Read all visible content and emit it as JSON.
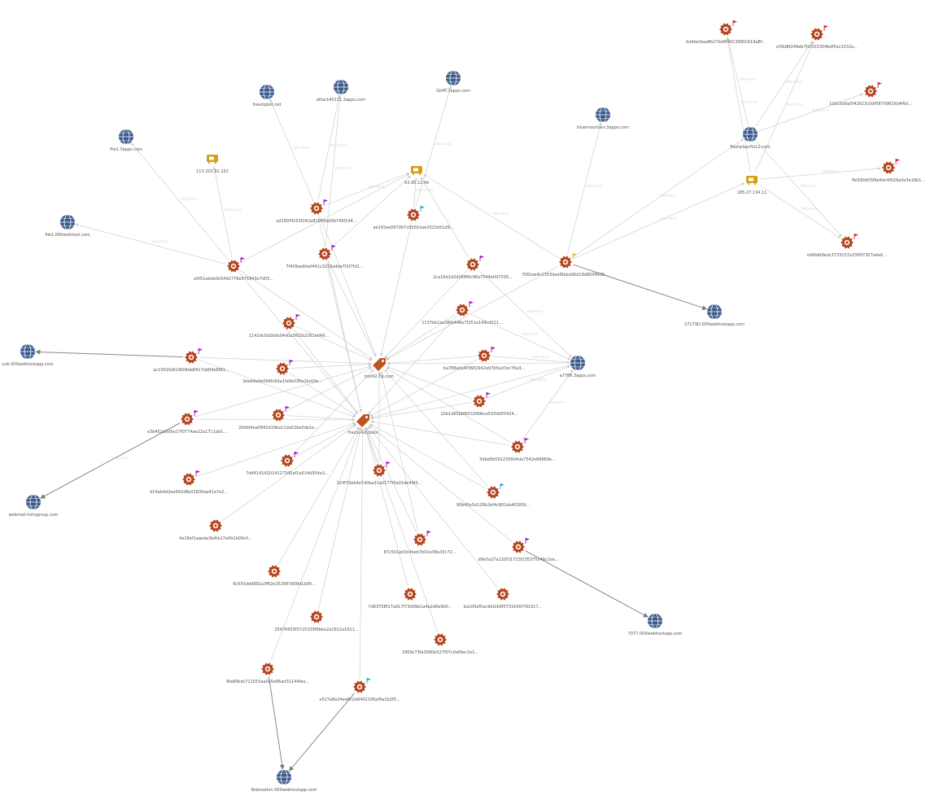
{
  "colors": {
    "domain": "#3c5a8a",
    "file": "#b5461f",
    "ip": "#d4a017",
    "tag": "#c0541e",
    "edge": "#cfcfcf",
    "edge_dark": "#8a8a8a",
    "flag_purple": "#a020c0",
    "flag_red": "#e01e3c",
    "flag_cyan": "#1ab0d8",
    "flag_yellow": "#f2c200"
  },
  "nodes": [
    {
      "id": "d_freezip",
      "type": "domain",
      "label": "freezipbot.net"
    },
    {
      "id": "d_attack",
      "type": "domain",
      "label": "attack4ll111.3apps.com"
    },
    {
      "id": "d_gitat",
      "type": "domain",
      "label": "GitAT.3apps.com"
    },
    {
      "id": "d_file1",
      "type": "domain",
      "label": "file1.3apps.com"
    },
    {
      "id": "d_bluem",
      "type": "domain",
      "label": "bluemountain.3apps.com"
    },
    {
      "id": "d_file000",
      "type": "domain",
      "label": "file1.000webhost.com"
    },
    {
      "id": "d_unk",
      "type": "domain",
      "label": "unk.000webhostapp.com"
    },
    {
      "id": "d_webmail",
      "type": "domain",
      "label": "webmail-hirtsgroup.com"
    },
    {
      "id": "d_flashpl",
      "type": "domain",
      "label": "flashplayrfix12.com"
    },
    {
      "id": "d_07179",
      "type": "domain",
      "label": "07179D.000webhostapp.com"
    },
    {
      "id": "d_a7788",
      "type": "domain",
      "label": "a7788.3apps.com"
    },
    {
      "id": "d_7077",
      "type": "domain",
      "label": "7077.000webhostapp.com"
    },
    {
      "id": "d_fb",
      "type": "domain",
      "label": "fbdonation.000webhostapp.com"
    },
    {
      "id": "ip_113",
      "type": "ip",
      "label": "113.203.91.152"
    },
    {
      "id": "ip_93",
      "type": "ip",
      "label": "93.95.12.49"
    },
    {
      "id": "ip_185",
      "type": "ip",
      "label": "185.27.134.11"
    },
    {
      "id": "t_tool",
      "type": "tag",
      "label": "tool92.tlp.com"
    },
    {
      "id": "t_fracture",
      "type": "tag",
      "label": "fractured.tools"
    },
    {
      "id": "f1",
      "type": "file",
      "label": "0a9da3eadfb27bd9f4613990c619a8f...",
      "flag": "red"
    },
    {
      "id": "f2",
      "type": "file",
      "label": "e39d8f249eb7f201f2304bdf5ec3232a...",
      "flag": "red"
    },
    {
      "id": "f3",
      "type": "file",
      "label": "10d15dda5f42623c0df08709616b4f6d...",
      "flag": "red"
    },
    {
      "id": "f4",
      "type": "file",
      "label": "ffe590df399e6dc4f029a3a3e18b1...",
      "flag": "red"
    },
    {
      "id": "f5",
      "type": "file",
      "label": "fe90db8edc3733157a33f0f7307a4a0...",
      "flag": "red"
    },
    {
      "id": "f6",
      "type": "file",
      "label": "a2180f4253f242a81009dd0b749f144...",
      "flag": "purple"
    },
    {
      "id": "f7",
      "type": "file",
      "label": "ae192ae0670b7c0d5b1ae2023d31d9...",
      "flag": "cyan"
    },
    {
      "id": "f8",
      "type": "file",
      "label": "7f409ee6daf441c3219adde7f2f7fd1...",
      "flag": "purple"
    },
    {
      "id": "f9",
      "type": "file",
      "label": "a5f51abde0d3492776e075843e7d03...",
      "flag": "purple"
    },
    {
      "id": "f10",
      "type": "file",
      "label": "2ca16d1d2d068f6c96a7544e0d7036...",
      "flag": "purple"
    },
    {
      "id": "f11",
      "type": "file",
      "label": "f581ee4c2353daef6bbdd0d18d8004930...",
      "flag": "yellow"
    },
    {
      "id": "f12",
      "type": "file",
      "label": "1142dc0d2b0e04d0a3f03b2261e049...",
      "flag": "purple"
    },
    {
      "id": "f13",
      "type": "file",
      "label": "1137bb1aa36fa448e7f251e149cd521...",
      "flag": "purple"
    },
    {
      "id": "f14",
      "type": "file",
      "label": "ac2301fe810604de8417dd09e8f61...",
      "flag": "purple"
    },
    {
      "id": "f15",
      "type": "file",
      "label": "3deb4a0e094fc6da1fe8e030e1bd1fe...",
      "flag": "purple"
    },
    {
      "id": "f16",
      "type": "file",
      "label": "ba788a0a4f3682942e97b5ad7ec76a3...",
      "flag": "purple"
    },
    {
      "id": "f17",
      "type": "file",
      "label": "22b1d65b0fb51090bce533dd55424...",
      "flag": "purple"
    },
    {
      "id": "f18",
      "type": "file",
      "label": "e3b452e5d5e17f0774ae22a1711de1...",
      "flag": "purple"
    },
    {
      "id": "f19",
      "type": "file",
      "label": "2bfdd4ea0942d19ba11da52be5de1e...",
      "flag": "purple"
    },
    {
      "id": "f20",
      "type": "file",
      "label": "5dbd0b591235904da7542e89669e...",
      "flag": "purple"
    },
    {
      "id": "f21",
      "type": "file",
      "label": "7d4414142024117342af1a014d354a3...",
      "flag": "purple"
    },
    {
      "id": "f22",
      "type": "file",
      "label": "324f70eb4e7d0ba31a0177f0a01de4fd0...",
      "flag": "purple"
    },
    {
      "id": "f23",
      "type": "file",
      "label": "d14ab4d2ea991d8e01830aa41a7e2...",
      "flag": "purple"
    },
    {
      "id": "f24",
      "type": "file",
      "label": "90b45e5d126b2ef4c801da4f2959...",
      "flag": "cyan"
    },
    {
      "id": "f25",
      "type": "file",
      "label": "4e18ef1aaeda3b4fa17e0b1b09c0...",
      "flag": ""
    },
    {
      "id": "f26",
      "type": "file",
      "label": "87c501ed3c4beb7b91e38a35c72...",
      "flag": "purple"
    },
    {
      "id": "f27",
      "type": "file",
      "label": "d9e5a27a120f31723f235375c49c1ee...",
      "flag": "purple"
    },
    {
      "id": "f28",
      "type": "file",
      "label": "6c591ddd691a3f62e252997d09d1b09...",
      "flag": ""
    },
    {
      "id": "f29",
      "type": "file",
      "label": "7d83708f17a917f73d99e1a4e2d0e9b0...",
      "flag": ""
    },
    {
      "id": "f30",
      "type": "file",
      "label": "ba100ef0ac9bf2b9f0731600f791917...",
      "flag": ""
    },
    {
      "id": "f31",
      "type": "file",
      "label": "25476650f3725339f9bba2a1812a1611...",
      "flag": ""
    },
    {
      "id": "f32",
      "type": "file",
      "label": "1869c73fa3080e327f07c0af8ec1e1...",
      "flag": ""
    },
    {
      "id": "f33",
      "type": "file",
      "label": "9fa80bdc711015aa0a5e86ad31144fee...",
      "flag": ""
    },
    {
      "id": "f34",
      "type": "file",
      "label": "e527a8e24ee6c2e8402106af9a1b2f0...",
      "flag": "cyan"
    }
  ],
  "edges": [
    {
      "from": "f6",
      "to": "d_freezip",
      "label": "2021-03-11"
    },
    {
      "from": "f6",
      "to": "d_attack",
      "label": "2021-03-11"
    },
    {
      "from": "f8",
      "to": "d_attack",
      "label": "2021-03-11"
    },
    {
      "from": "f6",
      "to": "ip_93",
      "label": "2021-03-11"
    },
    {
      "from": "f7",
      "to": "d_gitat",
      "label": "2021-03-11"
    },
    {
      "from": "f7",
      "to": "ip_93",
      "label": "2021-03-11"
    },
    {
      "from": "f9",
      "to": "d_file1",
      "label": "2021-03-11"
    },
    {
      "from": "f9",
      "to": "d_file000",
      "label": "2021-03-11"
    },
    {
      "from": "f9",
      "to": "ip_113",
      "label": "2021-03-11"
    },
    {
      "from": "f11",
      "to": "d_bluem",
      "label": "2021-03-11"
    },
    {
      "from": "f11",
      "to": "ip_185",
      "label": "2021-03-11"
    },
    {
      "from": "f11",
      "to": "d_flashpl",
      "label": "2021-03-11"
    },
    {
      "from": "f11",
      "to": "ip_93",
      "label": "2021-03-11"
    },
    {
      "from": "f11",
      "to": "d_07179",
      "label": "",
      "dark": true
    },
    {
      "from": "d_flashpl",
      "to": "f1",
      "label": "2021-03-11"
    },
    {
      "from": "d_flashpl",
      "to": "f2",
      "label": "2021-03-11"
    },
    {
      "from": "d_flashpl",
      "to": "f3",
      "label": "2021-03-11"
    },
    {
      "from": "d_flashpl",
      "to": "f5",
      "label": "2021-03-11"
    },
    {
      "from": "ip_185",
      "to": "f1",
      "label": "2021-03-11"
    },
    {
      "from": "ip_185",
      "to": "f2",
      "label": "2021-03-11"
    },
    {
      "from": "ip_185",
      "to": "f4",
      "label": "2021-03-11"
    },
    {
      "from": "ip_185",
      "to": "f5",
      "label": "2021-03-11"
    },
    {
      "from": "f14",
      "to": "d_unk",
      "label": "",
      "dark": true
    },
    {
      "from": "f18",
      "to": "d_webmail",
      "label": "2021-03-11",
      "dark": true
    },
    {
      "from": "f27",
      "to": "d_7077",
      "label": "",
      "dark": true
    },
    {
      "from": "f33",
      "to": "d_fb",
      "label": "",
      "dark": true
    },
    {
      "from": "f34",
      "to": "d_fb",
      "label": "",
      "dark": true
    },
    {
      "from": "f10",
      "to": "d_a7788",
      "label": "2021-03-11"
    },
    {
      "from": "f13",
      "to": "d_a7788",
      "label": "2021-03-11"
    },
    {
      "from": "f16",
      "to": "d_a7788",
      "label": "2021-03-11"
    },
    {
      "from": "f17",
      "to": "d_a7788",
      "label": "2021-03-11"
    },
    {
      "from": "f20",
      "to": "d_a7788",
      "label": "2021-03-11"
    },
    {
      "from": "f6",
      "to": "t_tool"
    },
    {
      "from": "f7",
      "to": "t_tool"
    },
    {
      "from": "f8",
      "to": "t_tool"
    },
    {
      "from": "f9",
      "to": "t_tool"
    },
    {
      "from": "f10",
      "to": "t_tool"
    },
    {
      "from": "f11",
      "to": "t_tool"
    },
    {
      "from": "f12",
      "to": "t_tool"
    },
    {
      "from": "f13",
      "to": "t_tool"
    },
    {
      "from": "f14",
      "to": "t_tool"
    },
    {
      "from": "f15",
      "to": "t_tool"
    },
    {
      "from": "f16",
      "to": "t_tool"
    },
    {
      "from": "f17",
      "to": "t_tool"
    },
    {
      "from": "f18",
      "to": "t_tool"
    },
    {
      "from": "f19",
      "to": "t_tool"
    },
    {
      "from": "f20",
      "to": "t_tool"
    },
    {
      "from": "f21",
      "to": "t_tool"
    },
    {
      "from": "f22",
      "to": "t_tool"
    },
    {
      "from": "f24",
      "to": "t_tool"
    },
    {
      "from": "f26",
      "to": "t_tool"
    },
    {
      "from": "d_a7788",
      "to": "t_tool"
    },
    {
      "from": "f6",
      "to": "t_fracture"
    },
    {
      "from": "f8",
      "to": "t_fracture"
    },
    {
      "from": "f9",
      "to": "t_fracture"
    },
    {
      "from": "f12",
      "to": "t_fracture"
    },
    {
      "from": "f13",
      "to": "t_fracture"
    },
    {
      "from": "f14",
      "to": "t_fracture"
    },
    {
      "from": "f15",
      "to": "t_fracture"
    },
    {
      "from": "f16",
      "to": "t_fracture"
    },
    {
      "from": "f17",
      "to": "t_fracture"
    },
    {
      "from": "f18",
      "to": "t_fracture"
    },
    {
      "from": "f19",
      "to": "t_fracture"
    },
    {
      "from": "f20",
      "to": "t_fracture"
    },
    {
      "from": "f21",
      "to": "t_fracture"
    },
    {
      "from": "f22",
      "to": "t_fracture"
    },
    {
      "from": "f23",
      "to": "t_fracture"
    },
    {
      "from": "f24",
      "to": "t_fracture"
    },
    {
      "from": "f25",
      "to": "t_fracture"
    },
    {
      "from": "f26",
      "to": "t_fracture"
    },
    {
      "from": "f27",
      "to": "t_fracture"
    },
    {
      "from": "f28",
      "to": "t_fracture"
    },
    {
      "from": "f29",
      "to": "t_fracture"
    },
    {
      "from": "f30",
      "to": "t_fracture"
    },
    {
      "from": "f31",
      "to": "t_fracture"
    },
    {
      "from": "f32",
      "to": "t_fracture"
    },
    {
      "from": "f33",
      "to": "t_fracture"
    },
    {
      "from": "f34",
      "to": "t_fracture"
    },
    {
      "from": "d_a7788",
      "to": "t_fracture"
    },
    {
      "from": "f10",
      "to": "ip_93"
    },
    {
      "from": "f8",
      "to": "ip_93"
    },
    {
      "from": "f9",
      "to": "ip_93"
    }
  ]
}
